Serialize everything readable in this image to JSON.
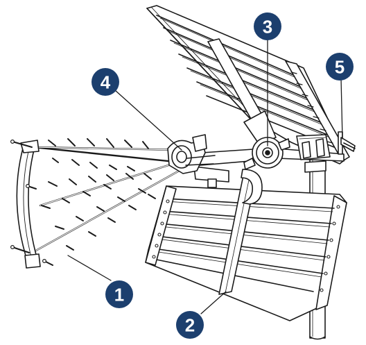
{
  "diagram": {
    "colors": {
      "line": "#1a1a1a",
      "fill": "#ffffff",
      "callout_bg": "#1c3f6e",
      "callout_text": "#ffffff"
    },
    "callouts": [
      {
        "id": "1",
        "label": "1"
      },
      {
        "id": "2",
        "label": "2"
      },
      {
        "id": "3",
        "label": "3"
      },
      {
        "id": "4",
        "label": "4"
      },
      {
        "id": "5",
        "label": "5"
      }
    ]
  }
}
